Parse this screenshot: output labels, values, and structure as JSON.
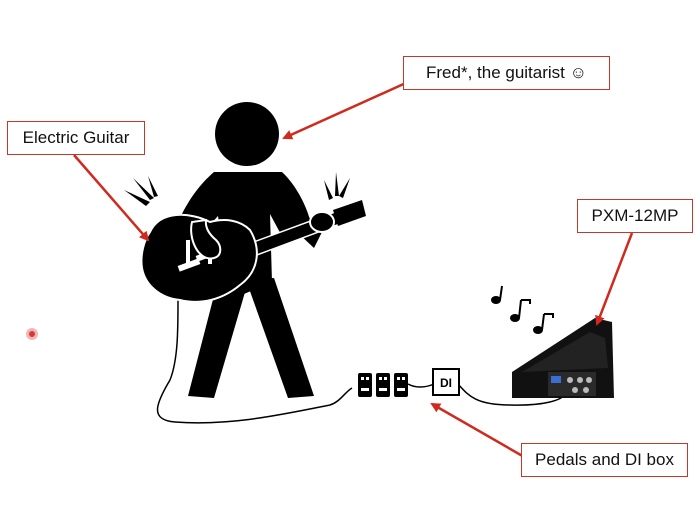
{
  "callouts": {
    "guitarist": "Fred*, the guitarist ☺",
    "guitar": "Electric Guitar",
    "monitor": "PXM-12MP",
    "pedals": "Pedals and DI box"
  },
  "di_box": {
    "label": "DI"
  },
  "icons": [
    "guitarist-figure-icon",
    "electric-guitar-icon",
    "pedal-icon",
    "di-box-icon",
    "stage-monitor-icon",
    "music-notes-icon",
    "cursor-icon"
  ],
  "colors": {
    "callout_border": "#c0392b",
    "arrow": "#d02a1e",
    "figure": "#000000",
    "background": "#ffffff"
  }
}
